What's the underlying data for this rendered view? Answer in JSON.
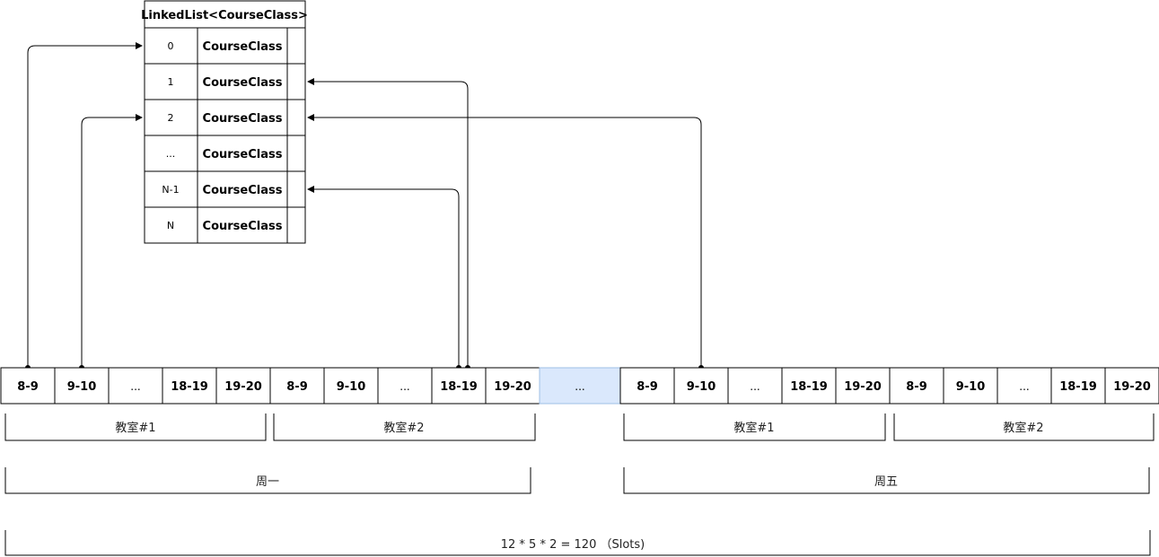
{
  "linked_list": {
    "title": "LinkedList<CourseClass>",
    "rows": [
      {
        "index": "0",
        "value": "CourseClass"
      },
      {
        "index": "1",
        "value": "CourseClass"
      },
      {
        "index": "2",
        "value": "CourseClass"
      },
      {
        "index": "...",
        "value": "CourseClass"
      },
      {
        "index": "N-1",
        "value": "CourseClass"
      },
      {
        "index": "N",
        "value": "CourseClass"
      }
    ]
  },
  "slots": [
    {
      "label": "8-9"
    },
    {
      "label": "9-10"
    },
    {
      "label": "..."
    },
    {
      "label": "18-19"
    },
    {
      "label": "19-20"
    },
    {
      "label": "8-9"
    },
    {
      "label": "9-10"
    },
    {
      "label": "..."
    },
    {
      "label": "18-19"
    },
    {
      "label": "19-20"
    },
    {
      "label": "...",
      "highlight": true,
      "color": "#dae8fc"
    },
    {
      "label": "8-9"
    },
    {
      "label": "9-10"
    },
    {
      "label": "..."
    },
    {
      "label": "18-19"
    },
    {
      "label": "19-20"
    },
    {
      "label": "8-9"
    },
    {
      "label": "9-10"
    },
    {
      "label": "..."
    },
    {
      "label": "18-19"
    },
    {
      "label": "19-20"
    }
  ],
  "classroom_groups": [
    "教室#1",
    "教室#2",
    "教室#1",
    "教室#2"
  ],
  "day_groups": [
    "周一",
    "周五"
  ],
  "total_label": "12 * 5 * 2 = 120 （Slots)",
  "pointers": [
    {
      "from_slot": 0,
      "to_row": 0
    },
    {
      "from_slot": 1,
      "to_row": 2
    },
    {
      "from_slot": 8,
      "to_row": 4
    },
    {
      "from_slot": 8,
      "to_row": 1
    },
    {
      "from_slot": 12,
      "to_row": 2
    }
  ]
}
